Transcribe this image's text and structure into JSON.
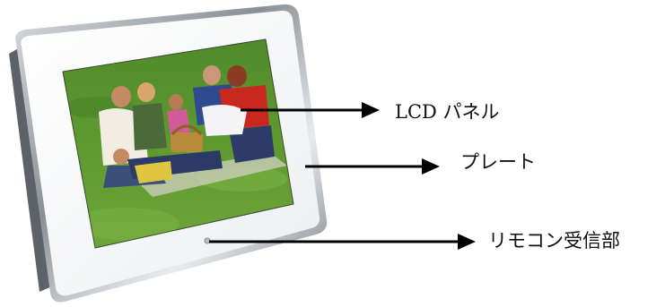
{
  "labels": {
    "lcd_panel": "LCD パネル",
    "plate": "プレート",
    "remote_receiver": "リモコン受信部"
  }
}
